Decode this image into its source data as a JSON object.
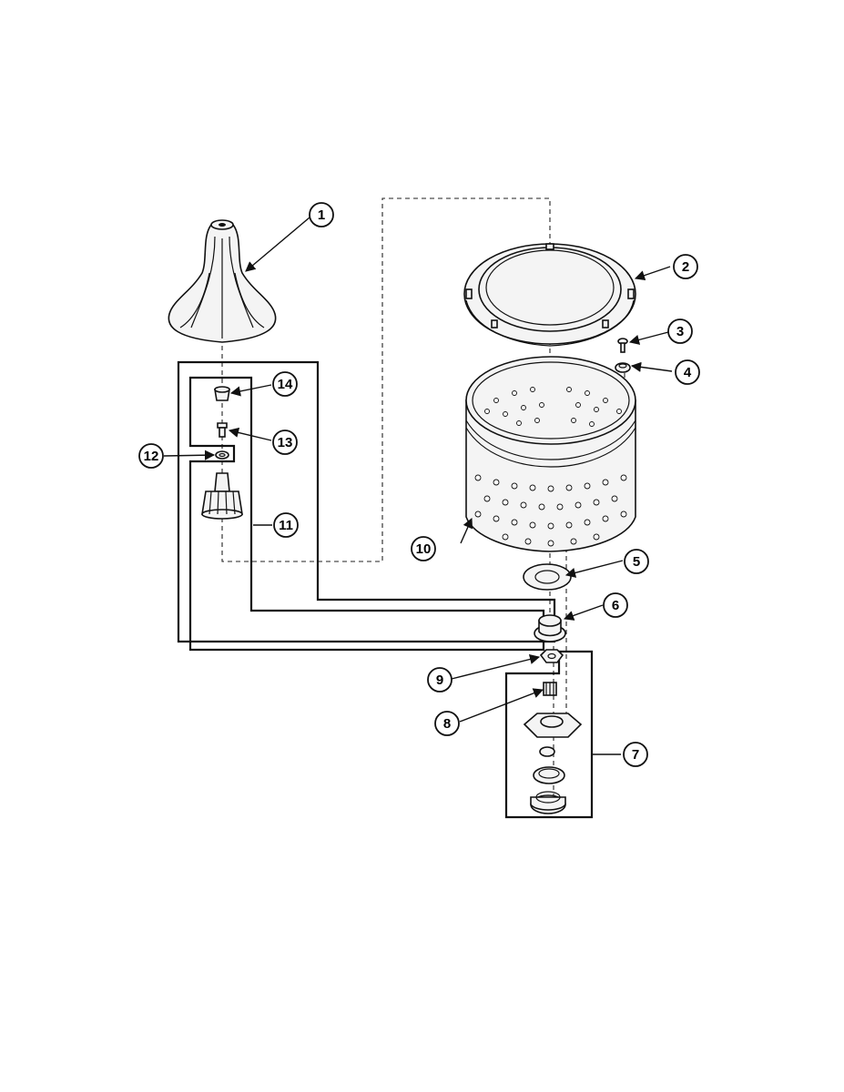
{
  "diagram": {
    "callouts": [
      {
        "number": "1",
        "part": "agitator"
      },
      {
        "number": "2",
        "part": "balance ring"
      },
      {
        "number": "3",
        "part": "screw"
      },
      {
        "number": "4",
        "part": "spacer"
      },
      {
        "number": "5",
        "part": "gasket"
      },
      {
        "number": "6",
        "part": "hub"
      },
      {
        "number": "7",
        "part": "seal kit"
      },
      {
        "number": "8",
        "part": "drive shaft"
      },
      {
        "number": "9",
        "part": "nut"
      },
      {
        "number": "10",
        "part": "spin basket"
      },
      {
        "number": "11",
        "part": "agitator kit"
      },
      {
        "number": "12",
        "part": "washer"
      },
      {
        "number": "13",
        "part": "bolt"
      },
      {
        "number": "14",
        "part": "cap"
      }
    ]
  }
}
